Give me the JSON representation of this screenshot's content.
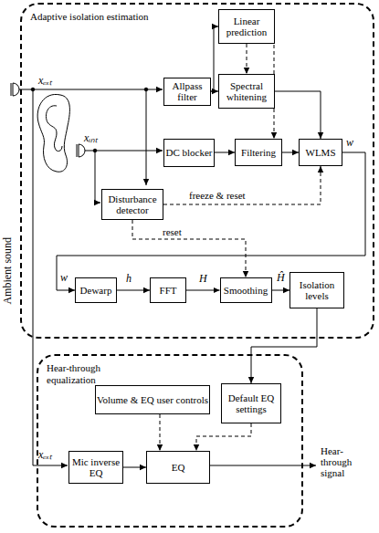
{
  "diagram": {
    "nodes": [
      {
        "text": [
          "Adaptive isolation estimation"
        ]
      },
      {
        "text": [
          "Linear prediction"
        ],
        "in": 0
      },
      {
        "text": [
          "Spectral whitening"
        ],
        "in": 0
      },
      {
        "text": [
          "Allpass filter"
        ],
        "in": 0
      },
      {
        "text": [
          "DC blocker"
        ],
        "in": 0
      },
      {
        "text": [
          "Filtering"
        ],
        "in": 0
      },
      {
        "text": [
          "WLMS"
        ],
        "in": 0
      },
      {
        "text": [
          "Disturbance detector"
        ],
        "in": 0
      },
      {
        "text": [
          "Dewarp"
        ],
        "in": 0
      },
      {
        "text": [
          "FFT"
        ],
        "in": 0
      },
      {
        "text": [
          "Smoothing"
        ],
        "in": 0
      },
      {
        "text": [
          "Isolation levels"
        ],
        "in": 0
      },
      {
        "text": [
          "Hear-through equalization"
        ]
      },
      {
        "text": [
          "Volume & EQ user controls"
        ],
        "in": 12
      },
      {
        "text": [
          "Default EQ settings"
        ],
        "in": 12
      },
      {
        "text": [
          "Mic inverse EQ"
        ],
        "in": 12
      },
      {
        "text": [
          "EQ"
        ],
        "in": 12
      }
    ],
    "edges": [
      {
        "from": 1,
        "to": 2,
        "arrow": "to"
      },
      {
        "from": 3,
        "to": 1,
        "arrow": "to"
      },
      {
        "from": 3,
        "to": 2,
        "arrow": "to"
      },
      {
        "from": 1,
        "to": 5,
        "arrow": "to"
      },
      {
        "from": 2,
        "to": 6,
        "arrow": "to"
      },
      {
        "from": 4,
        "to": 5,
        "arrow": "to"
      },
      {
        "from": 5,
        "to": 6,
        "arrow": "to"
      },
      {
        "from": 7,
        "to": 6,
        "label": "freeze & reset",
        "arrow": "to"
      },
      {
        "from": 7,
        "to": 10,
        "label": "reset",
        "arrow": "to"
      },
      {
        "from": 6,
        "to": 8,
        "arrow": "to"
      },
      {
        "from": 8,
        "to": 9,
        "arrow": "to"
      },
      {
        "from": 9,
        "to": 10,
        "arrow": "to"
      },
      {
        "from": 10,
        "to": 11,
        "arrow": "to"
      },
      {
        "from": 11,
        "to": 14,
        "arrow": "to"
      },
      {
        "from": 13,
        "to": 16,
        "arrow": "to"
      },
      {
        "from": 14,
        "to": 16,
        "arrow": "to"
      },
      {
        "from": 15,
        "to": 16,
        "arrow": "to"
      }
    ],
    "labels": [
      "Ambient sound",
      "xₑₓₜ",
      "xᵢₙₜ",
      "w",
      "w",
      "h",
      "H",
      "Ĥ",
      "xₑₓₜ",
      "Hear-through signal"
    ]
  }
}
